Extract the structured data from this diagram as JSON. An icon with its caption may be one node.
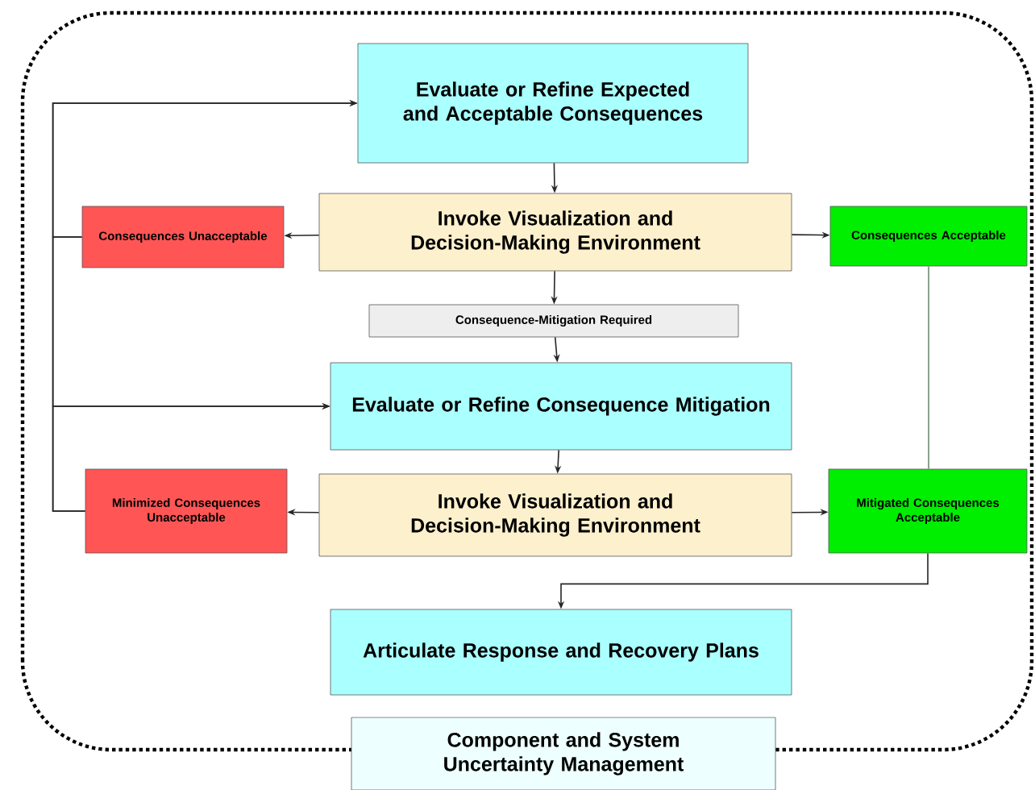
{
  "diagram": {
    "nodes": [
      {
        "text": [
          "Evaluate or Refine Expected and Acceptable Consequences"
        ]
      },
      {
        "text": [
          "Invoke Visualization and Decision-Making Environment"
        ]
      },
      {
        "text": [
          "Consequences Unacceptable"
        ]
      },
      {
        "text": [
          "Consequences Acceptable"
        ]
      },
      {
        "text": [
          "Consequence-Mitigation Required"
        ]
      },
      {
        "text": [
          "Evaluate or Refine Consequence Mitigation"
        ]
      },
      {
        "text": [
          "Invoke Visualization and Decision-Making Environment"
        ]
      },
      {
        "text": [
          "Minimized Consequences Unacceptable"
        ]
      },
      {
        "text": [
          "Mitigated Consequences Acceptable"
        ]
      },
      {
        "text": [
          "Articulate Response and Recovery Plans"
        ]
      },
      {
        "text": [
          "Component and System Uncertainty Management"
        ]
      }
    ],
    "edges": [
      {
        "from": 0,
        "to": 1,
        "arrow": "to"
      },
      {
        "from": 1,
        "to": 2,
        "arrow": "to"
      },
      {
        "from": 1,
        "to": 3,
        "arrow": "to"
      },
      {
        "from": 1,
        "to": 4,
        "arrow": "to"
      },
      {
        "from": 4,
        "to": 5,
        "arrow": "to"
      },
      {
        "from": 2,
        "to": 0,
        "arrow": "to"
      },
      {
        "from": 2,
        "to": 5,
        "arrow": "to"
      },
      {
        "from": 5,
        "to": 6,
        "arrow": "to"
      },
      {
        "from": 6,
        "to": 7,
        "arrow": "to"
      },
      {
        "from": 6,
        "to": 8,
        "arrow": "to"
      },
      {
        "from": 7,
        "to": 0,
        "arrow": "to"
      },
      {
        "from": 7,
        "to": 5,
        "arrow": "to"
      },
      {
        "from": 3,
        "to": 8,
        "arrow": "none",
        "color": "#6f8a6f"
      },
      {
        "from": 8,
        "to": 9,
        "arrow": "to"
      }
    ]
  }
}
